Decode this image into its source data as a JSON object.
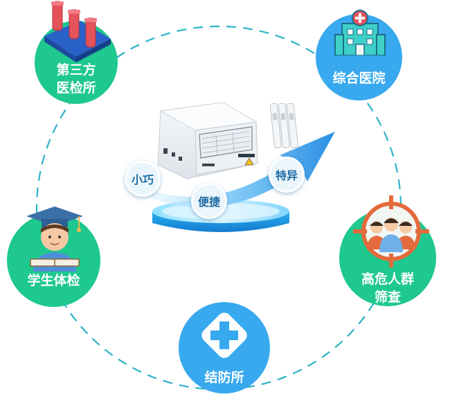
{
  "nodes": {
    "third_party_lab": {
      "line1": "第三方",
      "line2": "医检所"
    },
    "general_hospital": {
      "label": "综合医院"
    },
    "student_checkup": {
      "label": "学生体检"
    },
    "high_risk_screening": {
      "line1": "高危人群",
      "line2": "筛查"
    },
    "tb_clinic": {
      "label": "结防所"
    }
  },
  "features": {
    "small": "小巧",
    "convenient": "便捷",
    "specific": "特异"
  },
  "colors": {
    "green": "#1ec88e",
    "blue": "#38a9ee",
    "dashed_ring": "#2bb2c7",
    "arrow": "#3c9fe6"
  }
}
